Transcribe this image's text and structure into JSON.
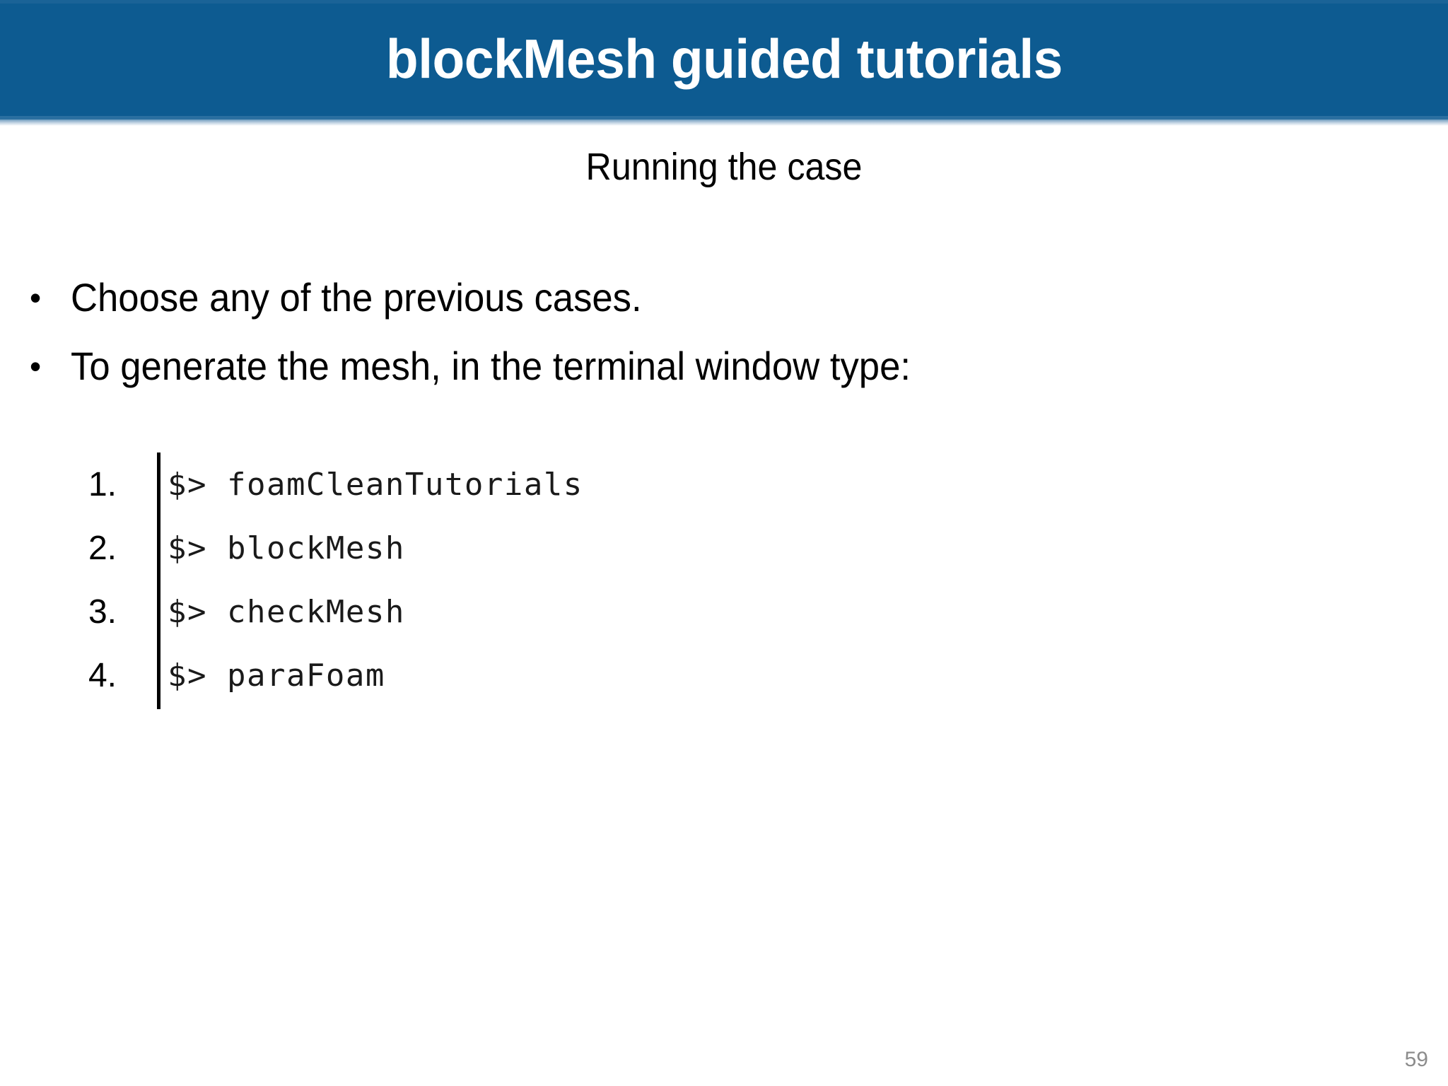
{
  "slide": {
    "title": "blockMesh guided tutorials",
    "subtitle": "Running the case",
    "page_number": "59",
    "colors": {
      "banner_background": "#0d5b91",
      "title_text": "#ffffff",
      "body_text": "#000000",
      "code_text": "#1a1a1a",
      "page_number_text": "#8c8c8c",
      "slide_background": "#ffffff"
    }
  },
  "bullets": [
    {
      "marker": "•",
      "text": "Choose any of the previous cases."
    },
    {
      "marker": "•",
      "text": "To generate the mesh, in the terminal window type:"
    }
  ],
  "code_list": [
    {
      "number": "1.",
      "command": "$> foamCleanTutorials"
    },
    {
      "number": "2.",
      "command": "$> blockMesh"
    },
    {
      "number": "3.",
      "command": "$> checkMesh"
    },
    {
      "number": "4.",
      "command": "$> paraFoam"
    }
  ]
}
